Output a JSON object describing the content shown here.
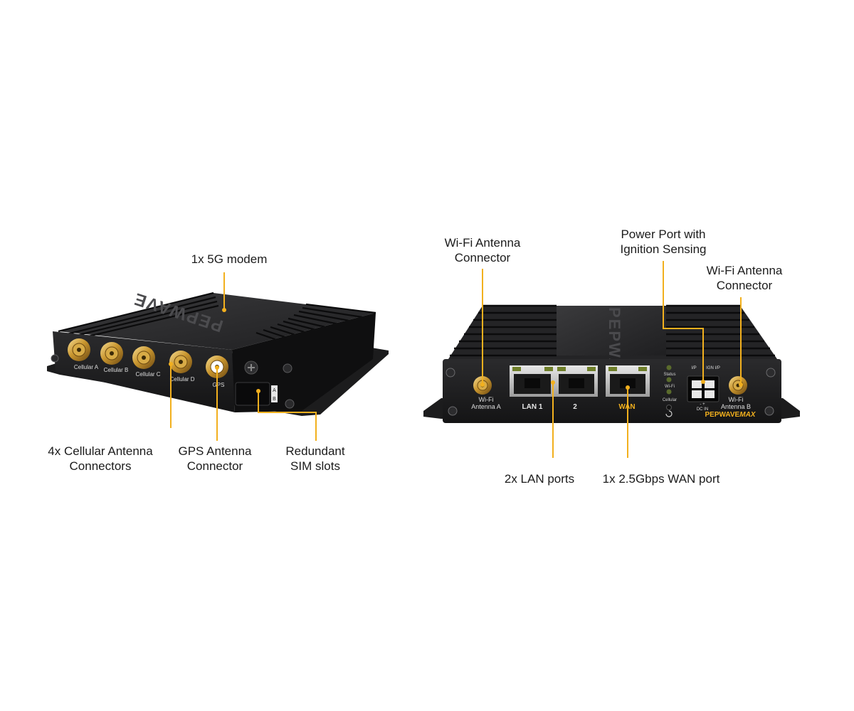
{
  "accent_color": "#f2b01e",
  "left_device": {
    "brand_mark": "PEPWAVE",
    "port_labels": [
      "Cellular A",
      "Cellular B",
      "Cellular C",
      "Cellular D",
      "GPS"
    ],
    "sim_labels": [
      "A",
      "B"
    ]
  },
  "right_device": {
    "brand_mark": "PEPWAVE",
    "logo": {
      "word": "PEPWAVE",
      "suffix": "MAX"
    },
    "antenna_labels": {
      "left": [
        "Wi-Fi",
        "Antenna A"
      ],
      "right": [
        "Wi-Fi",
        "Antenna B"
      ]
    },
    "port_labels": {
      "lan1": "LAN 1",
      "lan2": "2",
      "wan": "WAN"
    },
    "led_labels": [
      "Status",
      "Wi-Fi",
      "Cellular"
    ],
    "power_labels": {
      "ip": "I/P",
      "ign": "IGN I/P",
      "polarity": "- +",
      "dcin": "DC IN"
    }
  },
  "callouts": {
    "modem": [
      "1x 5G modem"
    ],
    "cellular": [
      "4x Cellular Antenna",
      "Connectors"
    ],
    "gps": [
      "GPS Antenna",
      "Connector"
    ],
    "sim": [
      "Redundant",
      "SIM slots"
    ],
    "wifi_a": [
      "Wi-Fi Antenna",
      "Connector"
    ],
    "power": [
      "Power Port with",
      "Ignition Sensing"
    ],
    "wifi_b": [
      "Wi-Fi Antenna",
      "Connector"
    ],
    "lan": [
      "2x LAN ports"
    ],
    "wan": [
      "1x 2.5Gbps WAN port"
    ]
  }
}
